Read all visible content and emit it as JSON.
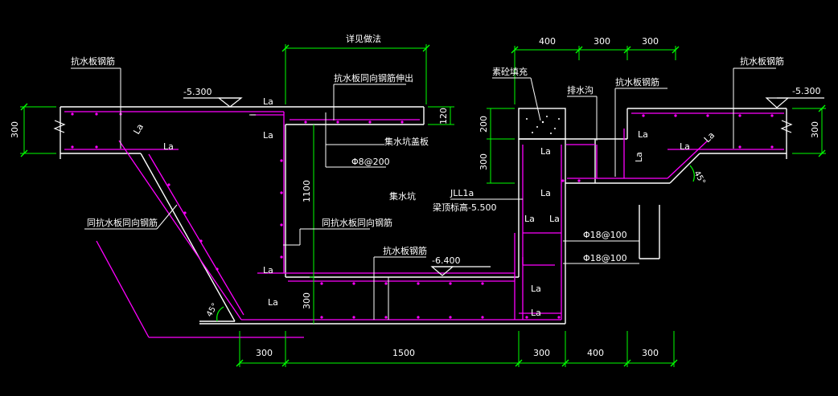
{
  "colors": {
    "background": "#000000",
    "structure": "#ffffff",
    "rebar": "#ff00ff",
    "dimension": "#00ff00",
    "annotation": "#ffffff"
  },
  "labels": {
    "anti_slab_rebar_left": "抗水板钢筋",
    "anti_slab_rebar_right": "抗水板钢筋",
    "elev_top_left": "-5.300",
    "elev_top_right": "-5.300",
    "elev_bottom": "-6.400",
    "detail_pour": "详见做法",
    "anti_slab_extension": "抗水板同向钢筋伸出",
    "pit_cover": "集水坑盖板",
    "rebar_phi8": "Φ8@200",
    "pit_name": "集水坑",
    "same_anti_rebar_left": "同抗水板同向钢筋",
    "same_anti_rebar_mid": "同抗水板同向钢筋",
    "anti_slab_rebar_bottom": "抗水板钢筋",
    "beam_jll": "JLL1a",
    "beam_elev": "梁顶标高-5.500",
    "plain_concrete": "素砼填充",
    "drain_ditch": "排水沟",
    "anti_slab_rebar_ditch": "抗水板钢筋",
    "rebar_phi18_a": "Φ18@100",
    "rebar_phi18_b": "Φ18@100",
    "angle_45_left": "45°",
    "angle_45_right": "45°",
    "la": "La"
  },
  "dimensions": {
    "top_400": "400",
    "top_300a": "300",
    "top_300b": "300",
    "left_300": "300",
    "right_300": "300",
    "dim_120": "120",
    "dim_1100": "1100",
    "dim_300_bottom": "300",
    "dim_200": "200",
    "dim_300_mid": "300",
    "bot_300a": "300",
    "bot_1500": "1500",
    "bot_300b": "300",
    "bot_400": "400",
    "bot_300c": "300"
  }
}
